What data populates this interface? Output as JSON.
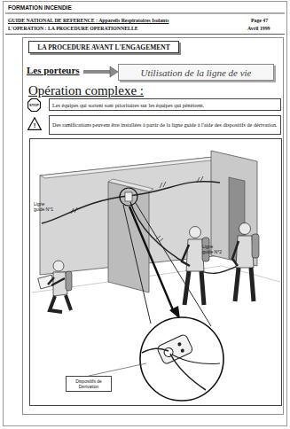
{
  "diagram": {
    "nodes": [
      {
        "text": [
          "LA PROCEDURE AVANT L'ENGAGEMENT"
        ]
      },
      {
        "text": [
          "Les porteurs"
        ]
      },
      {
        "text": [
          "Utilisation de la ligne de vie"
        ]
      },
      {
        "text": [
          "STOP"
        ]
      },
      {
        "text": [
          "Les équipes qui sortent sont prioritaires sur les équipes qui pénètrent."
        ]
      },
      {
        "text": [
          "!"
        ]
      },
      {
        "text": [
          "Des ramifications peuvent être installées à partir de la ligne guide à l'aide des dispositifs de dérivation."
        ]
      },
      {
        "text": [
          "Dispositifs de Dérivation"
        ]
      }
    ],
    "edges": [
      {
        "from": 1,
        "to": 2,
        "arrow": "to"
      }
    ],
    "labels": [
      "FORMATION INCENDIE",
      "GUIDE NATIONAL DE REFERENCE : Appareils Respiratoires Isolants",
      "Page 47",
      "L'OPERATION : LA PROCEDURE OPERATIONNELLE",
      "Avril 1999",
      "Opération complexe :",
      "Ligne guide N°1",
      "Ligne guide N°2"
    ]
  }
}
